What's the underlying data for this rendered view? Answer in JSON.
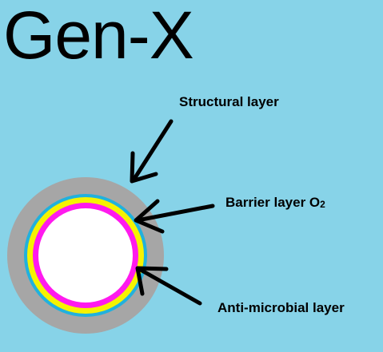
{
  "title": "Gen-X",
  "colors": {
    "background": "#87d3e8",
    "structural": "#a6a6a6",
    "barrier_outer": "#21b1dd",
    "barrier_inner": "#f6f200",
    "antimicrobial": "#ff1aee",
    "core": "#ffffff",
    "text": "#000000"
  },
  "labels": {
    "structural": "Structural layer",
    "barrier": "Barrier layer O",
    "barrier_subscript": "2",
    "antimicrobial": "Anti-microbial layer"
  }
}
